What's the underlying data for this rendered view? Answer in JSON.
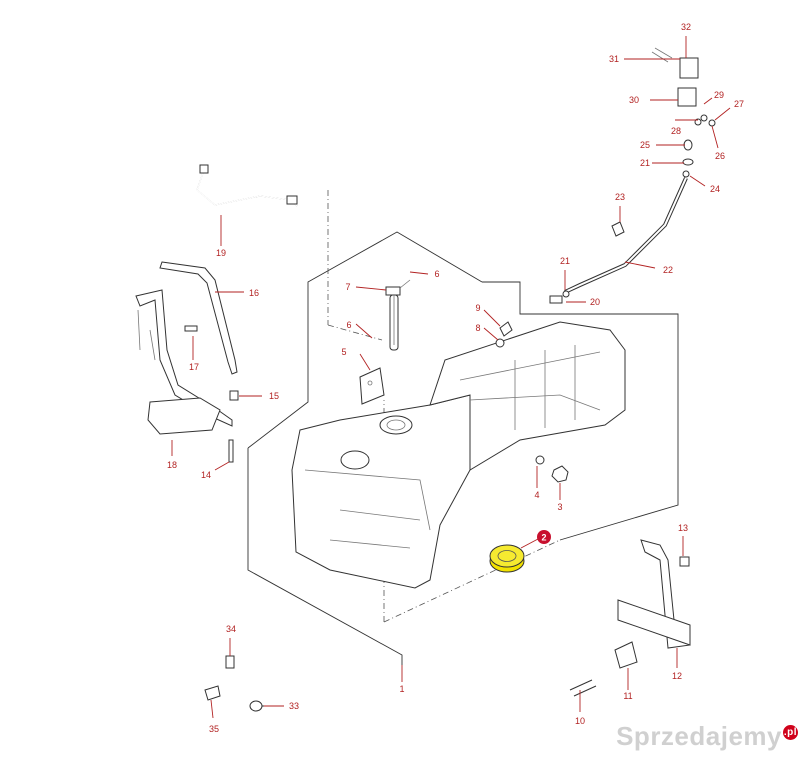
{
  "callouts": [
    {
      "id": "1",
      "label": "1"
    },
    {
      "id": "2",
      "label": "2"
    },
    {
      "id": "3",
      "label": "3"
    },
    {
      "id": "4",
      "label": "4"
    },
    {
      "id": "5",
      "label": "5"
    },
    {
      "id": "6a",
      "label": "6"
    },
    {
      "id": "6b",
      "label": "6"
    },
    {
      "id": "7",
      "label": "7"
    },
    {
      "id": "8",
      "label": "8"
    },
    {
      "id": "9",
      "label": "9"
    },
    {
      "id": "10",
      "label": "10"
    },
    {
      "id": "11",
      "label": "11"
    },
    {
      "id": "12",
      "label": "12"
    },
    {
      "id": "13",
      "label": "13"
    },
    {
      "id": "14",
      "label": "14"
    },
    {
      "id": "15",
      "label": "15"
    },
    {
      "id": "16",
      "label": "16"
    },
    {
      "id": "17",
      "label": "17"
    },
    {
      "id": "18",
      "label": "18"
    },
    {
      "id": "19",
      "label": "19"
    },
    {
      "id": "20",
      "label": "20"
    },
    {
      "id": "21a",
      "label": "21"
    },
    {
      "id": "21b",
      "label": "21"
    },
    {
      "id": "22",
      "label": "22"
    },
    {
      "id": "23",
      "label": "23"
    },
    {
      "id": "24",
      "label": "24"
    },
    {
      "id": "25",
      "label": "25"
    },
    {
      "id": "26",
      "label": "26"
    },
    {
      "id": "27",
      "label": "27"
    },
    {
      "id": "28",
      "label": "28"
    },
    {
      "id": "29",
      "label": "29"
    },
    {
      "id": "30",
      "label": "30"
    },
    {
      "id": "31",
      "label": "31"
    },
    {
      "id": "32",
      "label": "32"
    },
    {
      "id": "33",
      "label": "33"
    },
    {
      "id": "34",
      "label": "34"
    },
    {
      "id": "35",
      "label": "35"
    }
  ],
  "highlight": {
    "label": "2",
    "marker_color": "#c8102e",
    "part_color": "#f2e200"
  },
  "watermark": {
    "text": "Sprzedajemy",
    "badge": ".pl"
  }
}
